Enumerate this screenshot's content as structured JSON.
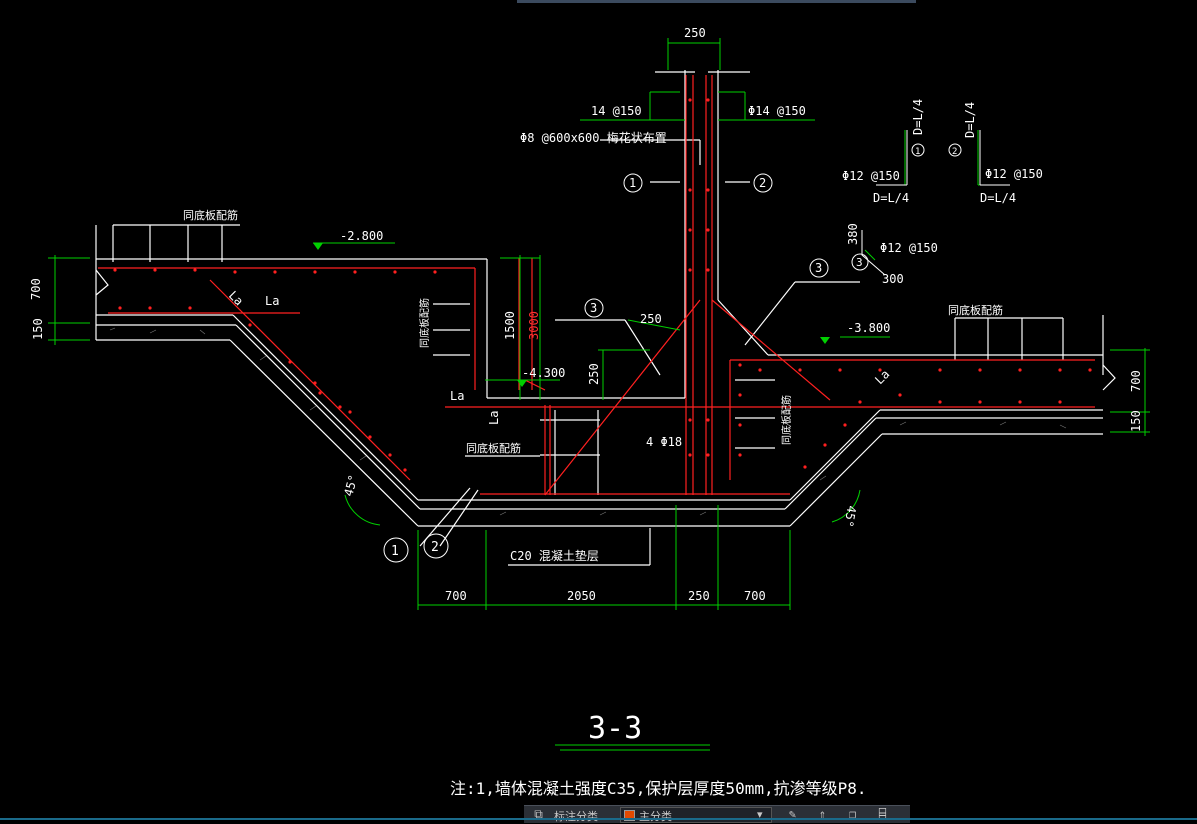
{
  "drawing": {
    "title": "3-3",
    "note": "注:1,墙体混凝土强度C35,保护层厚度50mm,抗渗等级P8.",
    "dims": {
      "top_wall": "250",
      "left_h700": "700",
      "left_h150": "150",
      "right_h700": "700",
      "right_h150": "150",
      "h1500": "1500",
      "h3000": "3000",
      "d250_diag": "250",
      "d250_vert": "250",
      "bottom": [
        "700",
        "2050",
        "250",
        "700"
      ],
      "d300": "300",
      "d380": "380"
    },
    "labels": {
      "rebar_left": "14 @150",
      "rebar_right": "Φ14 @150",
      "tie": "Φ8 @600x600  梅花状布置",
      "elev_left": "-2.800",
      "elev_right": "-3.800",
      "elev_mid": "-4.300",
      "same_bottom_left": "同底板配筋",
      "same_bottom_right": "同底板配筋",
      "same_bottom_mid": "同底板配筋",
      "same_bottom_vert_left": "同底板配筋",
      "same_bottom_vert_right": "同底板配筋",
      "la1": "La",
      "la2": "La",
      "la3": "La",
      "la4": "La",
      "la5": "La",
      "bars_4phi18": "4 Φ18",
      "c20": "C20 混凝土垫层",
      "angle_left": "45°",
      "angle_right": "45°",
      "bar_detail_1": "Φ12 @150",
      "bar_detail_2": "Φ12 @150",
      "bar_detail_3": "Φ12 @150",
      "d_l4_1": "D=L/4",
      "d_l4_2": "D=L/4",
      "d_l4_3": "D=L/4",
      "d_l4_4": "D=L/4",
      "mark1": "1",
      "mark2": "2",
      "mark3": "3"
    }
  },
  "statusbar": {
    "annotate_label": "标注分类",
    "layer_value": "主分类"
  },
  "colors": {
    "background": "#000000",
    "concrete_line": "#ffffff",
    "rebar": "#ff2020",
    "dimension": "#00d000",
    "text": "#ffffff"
  }
}
